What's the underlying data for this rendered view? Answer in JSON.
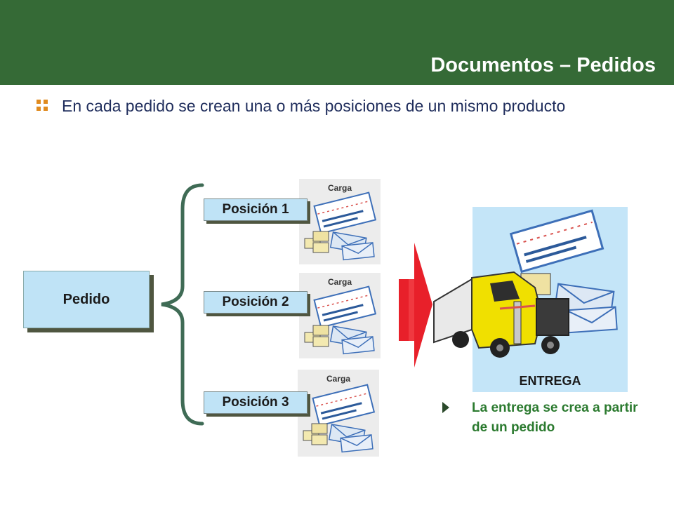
{
  "header": {
    "title": "Documentos – Pedidos"
  },
  "intro": {
    "text": "En cada pedido se crean una o más posiciones de un mismo producto"
  },
  "diagram": {
    "pedido_label": "Pedido",
    "positions": [
      {
        "label": "Posición 1",
        "carga_label": "Carga"
      },
      {
        "label": "Posición 2",
        "carga_label": "Carga"
      },
      {
        "label": "Posición 3",
        "carga_label": "Carga"
      }
    ],
    "entrega_label": "ENTREGA",
    "note": "La entrega se crea a partir de un pedido"
  },
  "colors": {
    "header_bg": "#356a36",
    "box_fill": "#bfe3f6",
    "bracket": "#3f6b55",
    "arrow": "#e8202a",
    "note_text": "#2b7a2f"
  }
}
